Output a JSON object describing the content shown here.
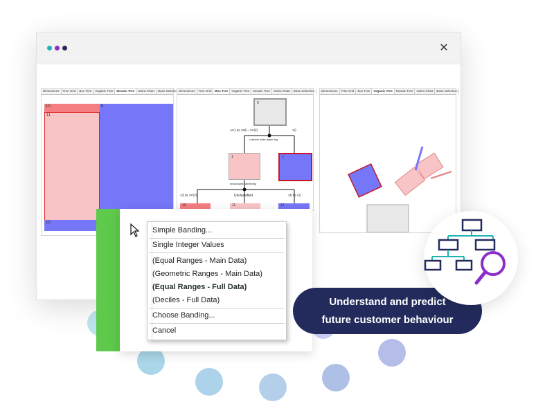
{
  "colors": {
    "red_node": "#f47e82",
    "pink_node": "#f8c4c6",
    "blue_node": "#7676f8",
    "grey_node": "#e8e8e8",
    "green_bar": "#5ec94a",
    "badge_bg": "#222b5c",
    "icon_navy": "#222b5c",
    "icon_teal": "#1fb3b0",
    "icon_purple": "#8b2fc9"
  },
  "window": {
    "close_icon": "✕"
  },
  "panel1": {
    "tabs": [
      "Dimensions",
      "Tree Grid",
      "Box Tree",
      "Organic Tree",
      "Mosaic Tree",
      "Gains Chart",
      "Base Selection"
    ],
    "active_tab": "Mosaic Tree",
    "cells": [
      "10",
      "9",
      "11",
      "12"
    ]
  },
  "panel2": {
    "tabs": [
      "Dimensions",
      "Tree Grid",
      "Box Tree",
      "Organic Tree",
      "Mosaic Tree",
      "Gains Chart",
      "Base Selection"
    ],
    "active_tab": "Box Tree",
    "root_label": "0",
    "branch_left": ">=1 to >=6 - >=10",
    "branch_right": "<0",
    "split1": "customer sales region flag",
    "node1": "1",
    "node2": "2",
    "split2": "annual sales activity flag",
    "b1": ">3 to >=13",
    "b2": "Unclassified",
    "b3": ">0 to <2",
    "leaf1": "10",
    "leaf2": "11",
    "leaf3": "12"
  },
  "panel3": {
    "tabs": [
      "Dimensions",
      "Tree Grid",
      "Box Tree",
      "Organic Tree",
      "Mosaic Tree",
      "Gains Chart",
      "Base Selection"
    ],
    "active_tab": "Organic Tree"
  },
  "menu": {
    "items": [
      "Simple Banding...",
      "Single Integer Values",
      "(Equal Ranges - Main Data)",
      "(Geometric Ranges - Main Data)",
      "(Equal Ranges - Full Data)",
      "(Deciles - Full Data)",
      "Choose Banding...",
      "Cancel"
    ],
    "bold_item": "(Equal Ranges - Full Data)"
  },
  "badge": {
    "line1": "Understand and predict",
    "line2": "future customer behaviour"
  },
  "icon": "decision-tree-magnifier-icon"
}
